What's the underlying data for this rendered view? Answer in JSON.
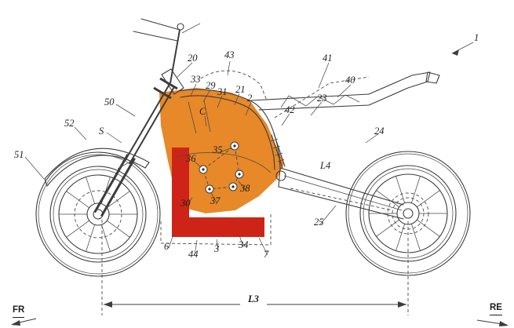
{
  "drawing": {
    "kind": "patent line drawing, motorcycle left side view",
    "colors": {
      "highlight_orange": "#E6821E",
      "highlight_red": "#CE2418",
      "line": "#3C3C3C"
    },
    "labels": {
      "n1": "1",
      "n20": "20",
      "n43": "43",
      "n41": "41",
      "n33": "33",
      "n29": "29",
      "n40": "40",
      "n31": "31",
      "n21": "21",
      "n2": "2",
      "n23": "23",
      "n42": "42",
      "n50": "50",
      "c": "C",
      "s": "S",
      "n52": "52",
      "n24": "24",
      "n51": "51",
      "n35": "35",
      "n36": "36",
      "l4": "L4",
      "n38": "38",
      "n30": "30",
      "n37": "37",
      "n25": "25",
      "n6": "6",
      "n44": "44",
      "n3": "3",
      "n34": "34",
      "n7": "7",
      "l3": "L3",
      "fr": "FR",
      "re": "RE"
    }
  }
}
